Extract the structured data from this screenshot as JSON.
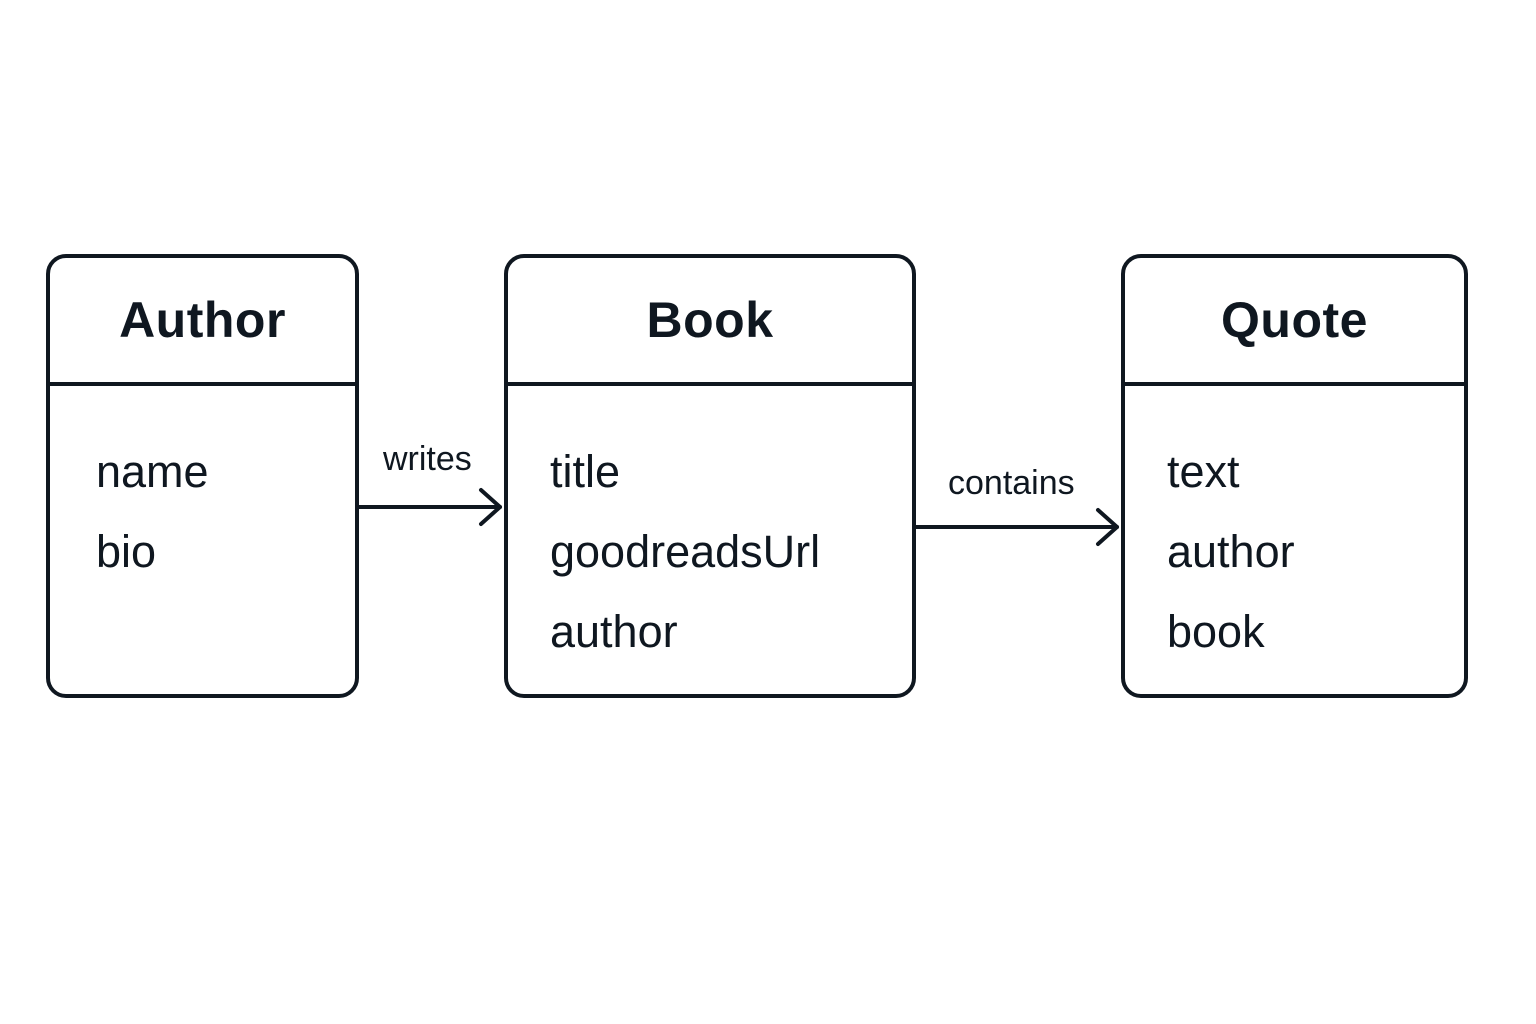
{
  "entities": {
    "author": {
      "title": "Author",
      "fields": [
        "name",
        "bio"
      ]
    },
    "book": {
      "title": "Book",
      "fields": [
        "title",
        "goodreadsUrl",
        "author"
      ]
    },
    "quote": {
      "title": "Quote",
      "fields": [
        "text",
        "author",
        "book"
      ]
    }
  },
  "relationships": {
    "writes": {
      "label": "writes",
      "from": "Author",
      "to": "Book"
    },
    "contains": {
      "label": "contains",
      "from": "Book",
      "to": "Quote"
    }
  },
  "colors": {
    "stroke": "#0f1720",
    "background": "#ffffff"
  }
}
